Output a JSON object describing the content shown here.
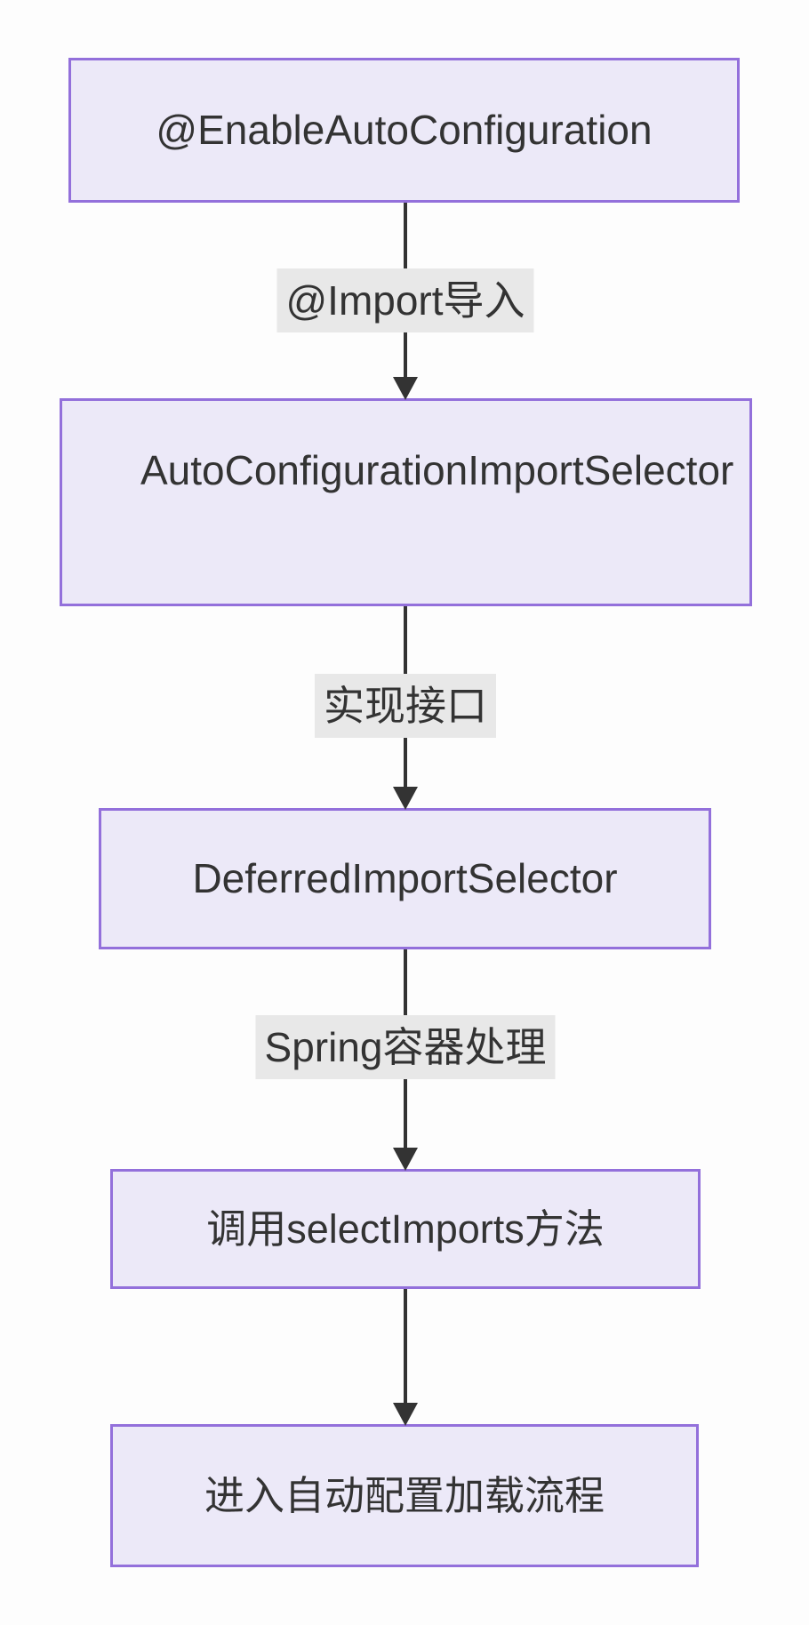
{
  "diagram": {
    "type": "flowchart",
    "direction": "top-down",
    "topic": "Spring Boot auto-configuration import flow",
    "nodes": [
      {
        "id": "n1",
        "label": "@EnableAutoConfiguration"
      },
      {
        "id": "n2",
        "label": "AutoConfigurationImportSelector",
        "note": "text clipped at right box edge"
      },
      {
        "id": "n3",
        "label": "DeferredImportSelector"
      },
      {
        "id": "n4",
        "label": "调用selectImports方法"
      },
      {
        "id": "n5",
        "label": "进入自动配置加载流程"
      }
    ],
    "edges": [
      {
        "from": "n1",
        "to": "n2",
        "label": "@Import导入"
      },
      {
        "from": "n2",
        "to": "n3",
        "label": "实现接口"
      },
      {
        "from": "n3",
        "to": "n4",
        "label": "Spring容器处理"
      },
      {
        "from": "n4",
        "to": "n5",
        "label": ""
      }
    ],
    "colors": {
      "background": "#FDFDFD",
      "node_fill": "#ECE9F8",
      "node_border": "#9370DB",
      "node_text": "#333333",
      "edge_line": "#333333",
      "edge_label_bg": "#E8E8E8",
      "edge_label_text": "#333333"
    }
  }
}
